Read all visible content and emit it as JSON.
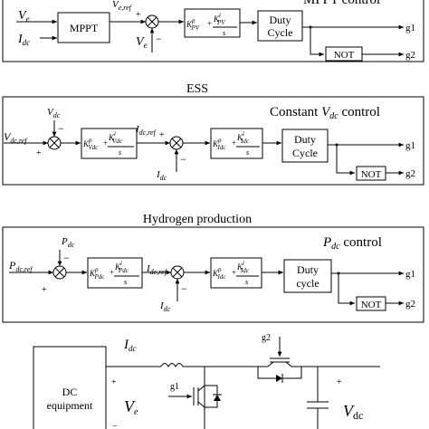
{
  "panel1": {
    "title": "MPPT control",
    "in_v": "V",
    "in_v_sub": "e",
    "in_i": "I",
    "in_i_sub": "dc",
    "mppt_label": "MPPT",
    "ref": "V",
    "ref_sub": "e,ref",
    "fb": "V",
    "fb_sub": "e",
    "pi_kp": "K",
    "pi_kp_sub": "PV",
    "pi_kp_sup": "p",
    "pi_ki": "K",
    "pi_ki_sub": "PV",
    "pi_ki_sup": "i",
    "pi_s": "s",
    "plus": "+",
    "minus": "−",
    "duty1": "Duty",
    "duty2": "Cycle",
    "not": "NOT",
    "g1": "g1",
    "g2": "g2"
  },
  "panel2": {
    "section": "ESS",
    "title_pre": "Constant ",
    "title_v": "V",
    "title_sub": "dc",
    "title_post": " control",
    "ref": "V",
    "ref_sub": "dc,ref",
    "fb": "V",
    "fb_sub": "dc",
    "pi1_kp": "K",
    "pi1_kp_sub": "Vdc",
    "pi1_kp_sup": "p",
    "pi1_ki": "K",
    "pi1_ki_sub": "Vdc",
    "pi1_ki_sup": "i",
    "mid": "I",
    "mid_sub": "dc,ref",
    "fb2": "I",
    "fb2_sub": "dc",
    "pi2_kp": "K",
    "pi2_kp_sub": "Idc",
    "pi2_kp_sup": "p",
    "pi2_ki": "K",
    "pi2_ki_sub": "Idc",
    "pi2_ki_sup": "i",
    "pi_s": "s",
    "plus": "+",
    "minus": "−",
    "duty1": "Duty",
    "duty2": "Cycle",
    "not": "NOT",
    "g1": "g1",
    "g2": "g2"
  },
  "panel3": {
    "section": "Hydrogen production",
    "title_v": "P",
    "title_sub": "dc",
    "title_post": " control",
    "ref": "P",
    "ref_sub": "dc,ref",
    "fb": "P",
    "fb_sub": "dc",
    "pi1_kp": "K",
    "pi1_kp_sub": "Pdc",
    "pi1_kp_sup": "p",
    "pi1_ki": "K",
    "pi1_ki_sub": "Pdc",
    "pi1_ki_sup": "i",
    "mid": "I",
    "mid_sub": "dc,ref",
    "fb2": "I",
    "fb2_sub": "dc",
    "pi2_kp": "K",
    "pi2_kp_sub": "Idc",
    "pi2_kp_sup": "p",
    "pi2_ki": "K",
    "pi2_ki_sub": "Idc",
    "pi2_ki_sup": "i",
    "pi_s": "s",
    "plus": "+",
    "minus": "−",
    "duty1": "Duty",
    "duty2": "cycle",
    "not": "NOT",
    "g1": "g1",
    "g2": "g2"
  },
  "circuit": {
    "equipment1": "DC",
    "equipment2": "equipment",
    "idc": "I",
    "idc_sub": "dc",
    "ve": "V",
    "ve_sub": "e",
    "vdc": "V",
    "vdc_sub": "dc",
    "g1": "g1",
    "g2": "g2",
    "plus": "+",
    "minus": "−"
  }
}
